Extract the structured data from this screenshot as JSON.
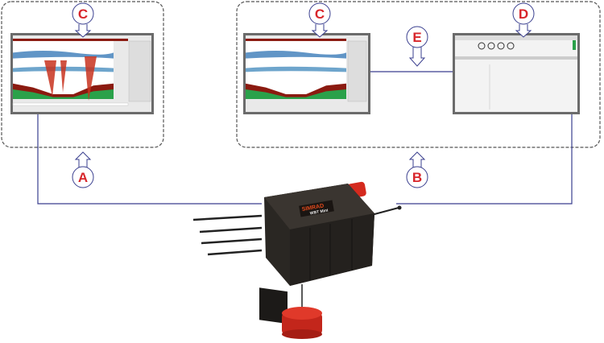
{
  "labels": {
    "c_left": "C",
    "c_right": "C",
    "d": "D",
    "e": "E",
    "a": "A",
    "b": "B"
  },
  "device": {
    "brand": "SIMRAD",
    "model": "WBT Mini"
  },
  "colors": {
    "label_text": "#d8262b",
    "connector_line": "#3a3f8f",
    "dashed_border": "#555555",
    "transducer": "#d42a1e",
    "housing": "#2a2723"
  }
}
